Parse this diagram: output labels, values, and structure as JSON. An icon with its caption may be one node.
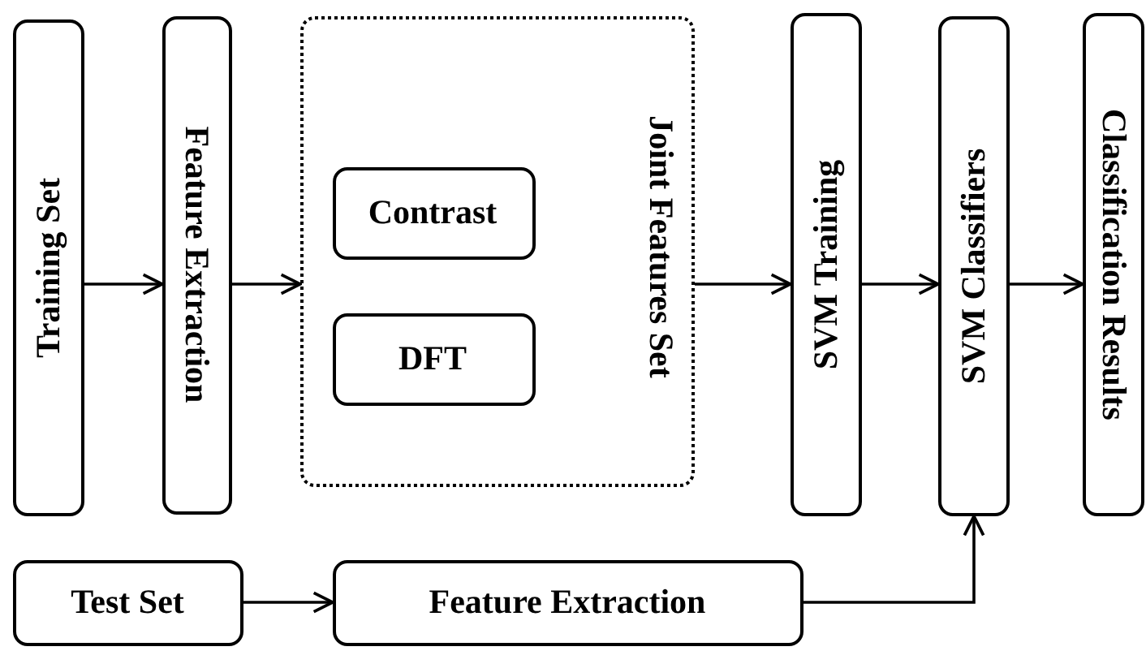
{
  "diagram": {
    "nodes": [
      {
        "text": [
          "Training Set"
        ]
      },
      {
        "text": [
          "Feature Extraction"
        ]
      },
      {
        "text": [
          "Joint Features Set"
        ]
      },
      {
        "text": [
          "Contrast"
        ],
        "in": 2
      },
      {
        "text": [
          "DFT"
        ],
        "in": 2
      },
      {
        "text": [
          "SVM Training"
        ]
      },
      {
        "text": [
          "SVM Classifiers"
        ]
      },
      {
        "text": [
          "Classification Results"
        ]
      },
      {
        "text": [
          "Test Set"
        ]
      },
      {
        "text": [
          "Feature Extraction"
        ]
      }
    ],
    "edges": [
      {
        "from": 0,
        "to": 1,
        "arrow": "to"
      },
      {
        "from": 1,
        "to": 2,
        "arrow": "to"
      },
      {
        "from": 2,
        "to": 5,
        "arrow": "to"
      },
      {
        "from": 5,
        "to": 6,
        "arrow": "to"
      },
      {
        "from": 6,
        "to": 7,
        "arrow": "to"
      },
      {
        "from": 8,
        "to": 9,
        "arrow": "to"
      },
      {
        "from": 9,
        "to": 6,
        "arrow": "to"
      }
    ]
  }
}
